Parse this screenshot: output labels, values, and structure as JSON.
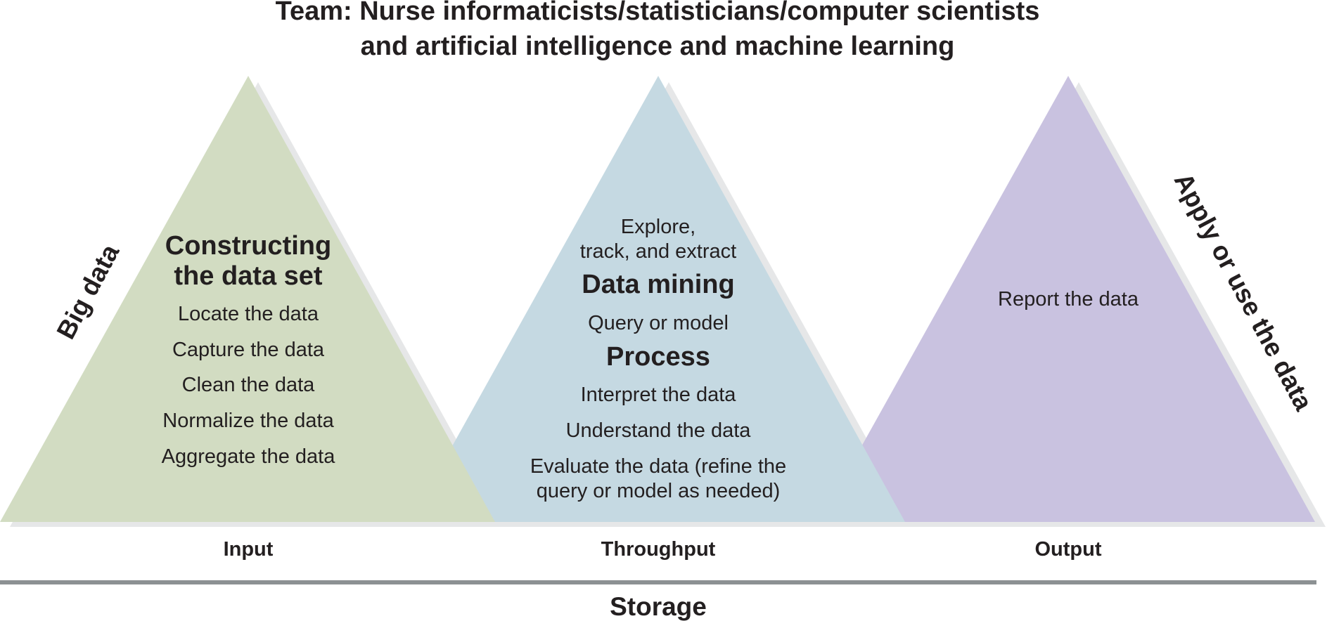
{
  "title": {
    "line1": "Team: Nurse informaticists/statisticians/computer scientists",
    "line2": "and artificial intelligence and machine learning"
  },
  "colors": {
    "input": "#d2dcc2",
    "throughput": "#c5d9e2",
    "output": "#c9c2e0",
    "shadow": "#e6e7e8",
    "storage_line": "#8c9193"
  },
  "side_labels": {
    "left": "Big data",
    "right": "Apply or use the data"
  },
  "input": {
    "label": "Input",
    "heading_line1": "Constructing",
    "heading_line2": "the data set",
    "steps": [
      "Locate the data",
      "Capture the data",
      "Clean the data",
      "Normalize the data",
      "Aggregate the data"
    ]
  },
  "throughput": {
    "label": "Throughput",
    "intro_line1": "Explore,",
    "intro_line2": "track, and extract",
    "mining_heading": "Data mining",
    "query": "Query or model",
    "process_heading": "Process",
    "steps": [
      "Interpret the data",
      "Understand the data"
    ],
    "evaluate_line1": "Evaluate the data (refine the",
    "evaluate_line2": "query or model as needed)"
  },
  "output": {
    "label": "Output",
    "step": "Report the data"
  },
  "storage": {
    "label": "Storage"
  }
}
